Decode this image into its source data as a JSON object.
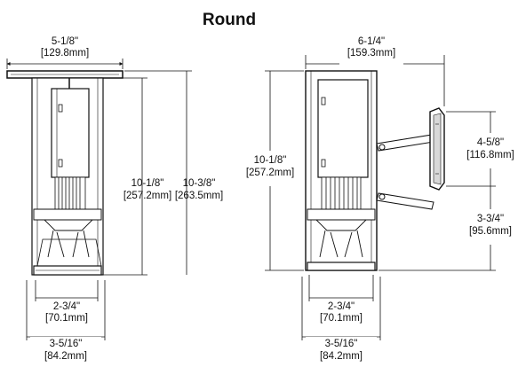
{
  "title": "Round",
  "side_view": {
    "top_width": {
      "imperial": "5-1/8\"",
      "metric": "[129.8mm]"
    },
    "body_height": {
      "imperial": "10-1/8\"",
      "metric": "[257.2mm]"
    },
    "overall_height": {
      "imperial": "10-3/8\"",
      "metric": "[263.5mm]"
    },
    "inner_width": {
      "imperial": "2-3/4\"",
      "metric": "[70.1mm]"
    },
    "outer_width": {
      "imperial": "3-5/16\"",
      "metric": "[84.2mm]"
    }
  },
  "wall_view": {
    "projection": {
      "imperial": "6-1/4\"",
      "metric": "[159.3mm]"
    },
    "body_height": {
      "imperial": "10-1/8\"",
      "metric": "[257.2mm]"
    },
    "plate_height": {
      "imperial": "4-5/8\"",
      "metric": "[116.8mm]"
    },
    "mount_height": {
      "imperial": "3-3/4\"",
      "metric": "[95.6mm]"
    },
    "inner_width": {
      "imperial": "2-3/4\"",
      "metric": "[70.1mm]"
    },
    "outer_width": {
      "imperial": "3-5/16\"",
      "metric": "[84.2mm]"
    }
  },
  "colors": {
    "line": "#111111",
    "fill": "#ffffff",
    "shade": "#d8d8d8"
  }
}
